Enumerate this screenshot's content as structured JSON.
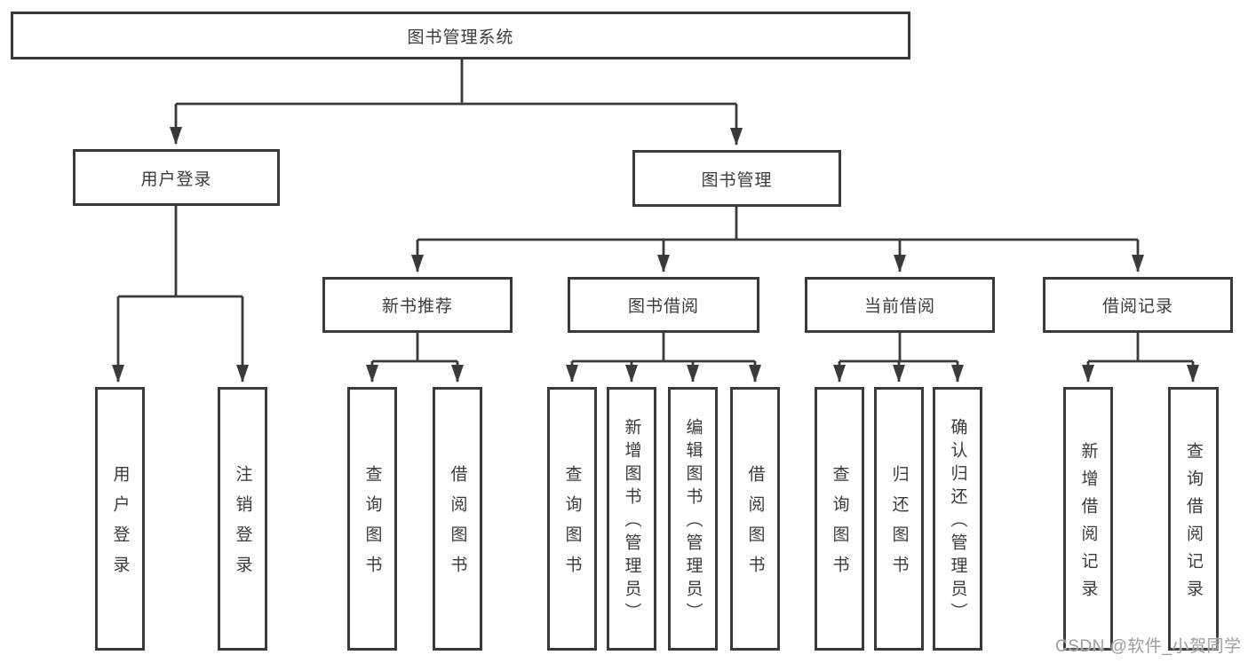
{
  "tree": {
    "label": "图书管理系统",
    "children": [
      {
        "label": "用户登录",
        "children": [
          {
            "label": "用户登录"
          },
          {
            "label": "注销登录"
          }
        ]
      },
      {
        "label": "图书管理",
        "children": [
          {
            "label": "新书推荐",
            "children": [
              {
                "label": "查询图书"
              },
              {
                "label": "借阅图书"
              }
            ]
          },
          {
            "label": "图书借阅",
            "children": [
              {
                "label": "查询图书"
              },
              {
                "label": "新增图书（管理员）"
              },
              {
                "label": "编辑图书（管理员）"
              },
              {
                "label": "借阅图书"
              }
            ]
          },
          {
            "label": "当前借阅",
            "children": [
              {
                "label": "查询图书"
              },
              {
                "label": "归还图书"
              },
              {
                "label": "确认归还（管理员）"
              }
            ]
          },
          {
            "label": "借阅记录",
            "children": [
              {
                "label": "新增借阅记录"
              },
              {
                "label": "查询借阅记录"
              }
            ]
          }
        ]
      }
    ]
  },
  "watermark": {
    "text": "CSDN @软件_小贺同学"
  },
  "colors": {
    "background": "#ffffff",
    "box_border": "#3a3a3a",
    "connector_line": "#3a3a3a",
    "text": "#3b3b3b",
    "watermark_text": "#9e9e9e"
  }
}
